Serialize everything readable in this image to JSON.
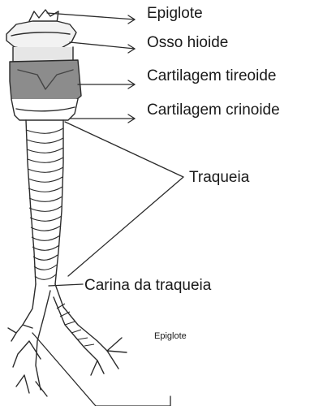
{
  "labels": {
    "epiglote": "Epiglote",
    "osso_hioide": "Osso hioide",
    "cartilagem_tireoide": "Cartilagem tireoide",
    "cartilagem_crinoide": "Cartilagem crinoide",
    "traqueia": "Traqueia",
    "carina": "Carina da traqueia",
    "epiglote_small": "Epiglote"
  },
  "colors": {
    "ink": "#2b2b2b",
    "cartilage_shade": "#7a7a7a",
    "hyoid_shade": "#cfcfcf"
  }
}
